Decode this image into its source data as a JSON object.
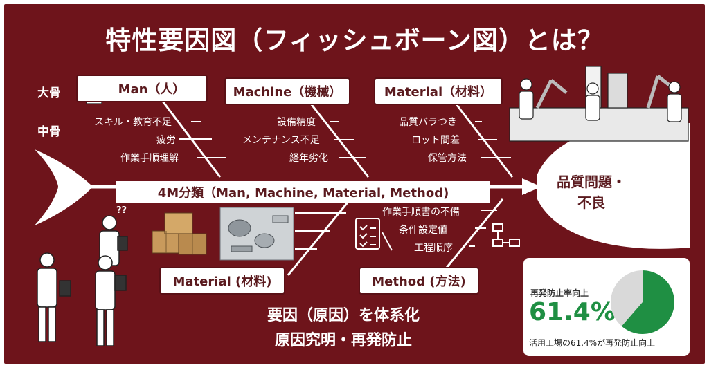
{
  "title": "特性要因図（フィッシュボーン図）とは？",
  "side_labels": {
    "major_bone": "大骨",
    "middle_bone": "中骨"
  },
  "categories": {
    "man": "Man（人）",
    "machine": "Machine（機械）",
    "material_top": "Material（材料）",
    "material_bottom": "Material (材料)",
    "method": "Method (方法)"
  },
  "sub_causes": {
    "man": [
      "スキル・教育不足",
      "疲労",
      "作業手順理解"
    ],
    "machine": [
      "設備精度",
      "メンテナンス不足",
      "経年劣化"
    ],
    "material": [
      "品質バラつき",
      "ロット間差",
      "保管方法"
    ],
    "method": [
      "作業手順書の不備",
      "条件設定値",
      "工程順序"
    ]
  },
  "spine_label": "4M分類（Man, Machine, Material, Method)",
  "head": {
    "line1": "品質問題・",
    "line2": "不良"
  },
  "bottom_text": {
    "line1": "要因（原因）を体系化",
    "line2": "原因究明・再発防止"
  },
  "stat_card": {
    "label": "再発防止率向上",
    "value": "61.4%",
    "caption": "活用工場の61.4%が再発防止向上",
    "percent": 61.4,
    "color_fill": "#1f8f43",
    "color_rest": "#d9d9d9"
  },
  "decoration_marks": {
    "question": "??"
  },
  "colors": {
    "background": "#6e141b",
    "text_on_bg": "#ffffff",
    "label_text": "#5a1a1e",
    "accent_green": "#1f8f43"
  }
}
